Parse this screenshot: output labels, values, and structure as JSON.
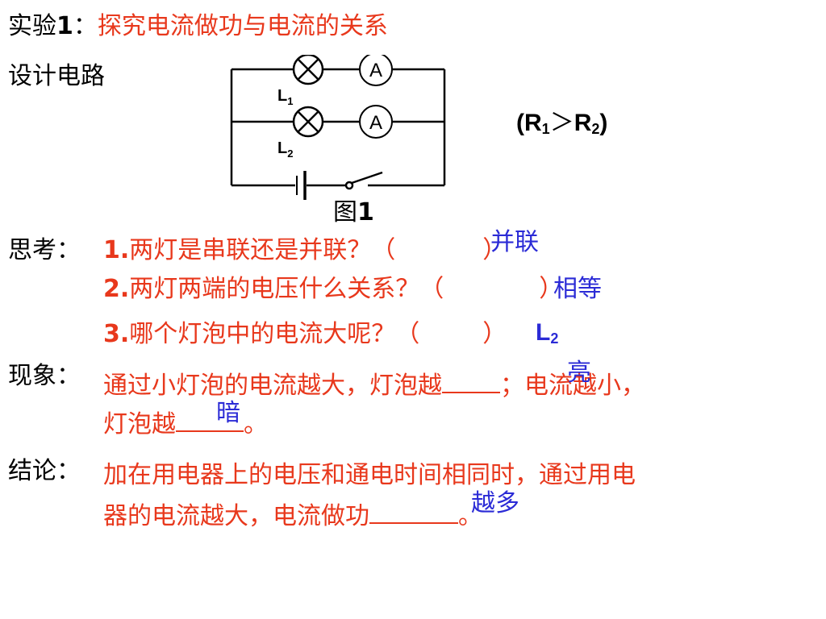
{
  "title": {
    "label": "实验",
    "number": "1",
    "colon": "：",
    "topic": "探究电流做功与电流的关系"
  },
  "design_label": "设计电路",
  "figure": {
    "caption_prefix": "图",
    "caption_number": "1",
    "lamp1_letter": "L",
    "lamp1_sub": "1",
    "lamp2_letter": "L",
    "lamp2_sub": "2",
    "ammeter_label": "A",
    "condition": {
      "open": "(",
      "r1": "R",
      "r1_sub": "1",
      "relation": "＞",
      "r2": "R",
      "r2_sub": "2",
      "close": ")"
    }
  },
  "think": {
    "label": "思考：",
    "q1": {
      "num": "1.",
      "text": "两灯是串联还是并联？（",
      "answer": "并联",
      "close": "）"
    },
    "q2": {
      "num": "2.",
      "text": "两灯两端的电压什么关系？（",
      "answer": "相等",
      "close": "）"
    },
    "q3": {
      "num": "3.",
      "text": "哪个灯泡中的电流大呢？（",
      "answer_letter": "L",
      "answer_sub": "2",
      "close": "）"
    }
  },
  "phenomenon": {
    "label": "现象：",
    "line1_a": "通过小灯泡的电流越大，灯泡越",
    "answer1": "亮",
    "line1_b": "；电流越小，",
    "line2_a": "灯泡越",
    "answer2": "暗",
    "line2_b": "。"
  },
  "conclusion": {
    "label": "结论：",
    "line1": "加在用电器上的电压和通电时间相同时，通过用电",
    "line2_a": "器的电流越大，电流做功",
    "answer": "越多",
    "line2_b": "。"
  },
  "colors": {
    "red_text": "#e8381c",
    "blue_answer": "#2b2bd6",
    "black_text": "#000000"
  }
}
